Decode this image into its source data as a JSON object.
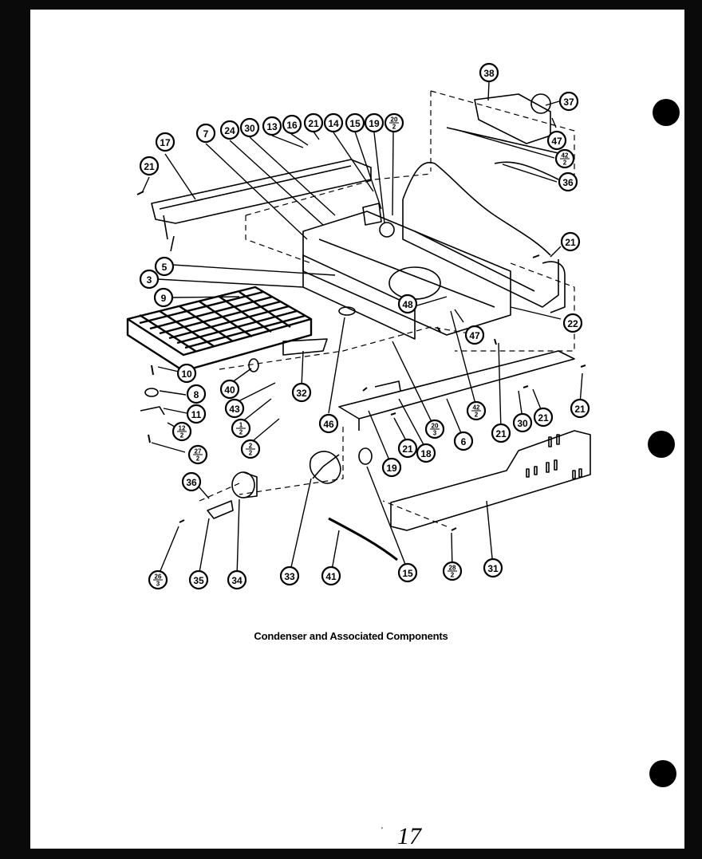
{
  "caption": "Condenser and Associated Components",
  "page_number": "17",
  "tick_mark": "'",
  "callouts": [
    {
      "label": "38"
    },
    {
      "label": "37"
    },
    {
      "label": "47"
    },
    {
      "label": "42",
      "sub": "2"
    },
    {
      "label": "36"
    },
    {
      "label": "17"
    },
    {
      "label": "7"
    },
    {
      "label": "24"
    },
    {
      "label": "30"
    },
    {
      "label": "13"
    },
    {
      "label": "16"
    },
    {
      "label": "21"
    },
    {
      "label": "14"
    },
    {
      "label": "15"
    },
    {
      "label": "19"
    },
    {
      "label": "20",
      "sub": "2"
    },
    {
      "label": "21"
    },
    {
      "label": "21"
    },
    {
      "label": "5"
    },
    {
      "label": "3"
    },
    {
      "label": "9"
    },
    {
      "label": "48"
    },
    {
      "label": "47"
    },
    {
      "label": "22"
    },
    {
      "label": "10"
    },
    {
      "label": "8"
    },
    {
      "label": "11"
    },
    {
      "label": "12",
      "sub": "2"
    },
    {
      "label": "27",
      "sub": "2"
    },
    {
      "label": "40"
    },
    {
      "label": "43"
    },
    {
      "label": "1",
      "sub": "2"
    },
    {
      "label": "2",
      "sub": "2"
    },
    {
      "label": "32"
    },
    {
      "label": "46"
    },
    {
      "label": "21"
    },
    {
      "label": "18"
    },
    {
      "label": "20",
      "sub": "3"
    },
    {
      "label": "6"
    },
    {
      "label": "42",
      "sub": "2"
    },
    {
      "label": "21"
    },
    {
      "label": "30"
    },
    {
      "label": "21"
    },
    {
      "label": "21"
    },
    {
      "label": "19"
    },
    {
      "label": "36"
    },
    {
      "label": "34"
    },
    {
      "label": "35"
    },
    {
      "label": "26",
      "sub": "3"
    },
    {
      "label": "33"
    },
    {
      "label": "41"
    },
    {
      "label": "15"
    },
    {
      "label": "28",
      "sub": "2"
    },
    {
      "label": "31"
    }
  ]
}
